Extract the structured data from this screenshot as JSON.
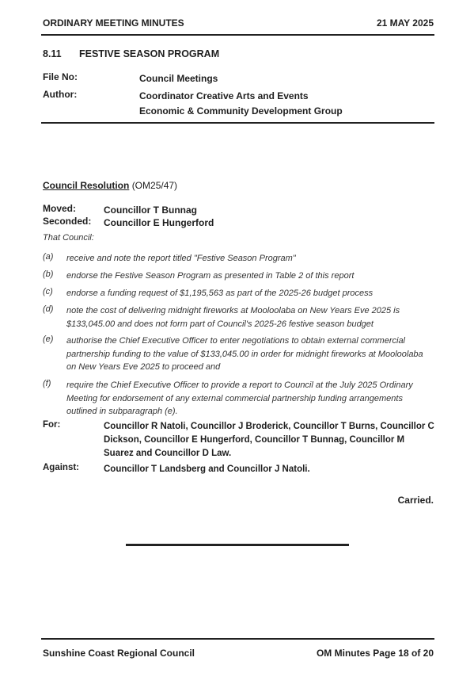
{
  "header": {
    "title": "ORDINARY MEETING MINUTES",
    "date": "21 MAY 2025"
  },
  "item": {
    "number": "8.11",
    "title": "FESTIVE SEASON PROGRAM"
  },
  "meta": {
    "file_label": "File No:",
    "file_value": "Council Meetings",
    "author_label": "Author:",
    "author_line1": "Coordinator Creative Arts and Events",
    "author_line2": "Economic & Community Development Group"
  },
  "resolution": {
    "heading": "Council Resolution",
    "code": "(OM25/47)",
    "moved_label": "Moved:",
    "moved_value": "Councillor T Bunnag",
    "seconded_label": "Seconded:",
    "seconded_value": "Councillor E Hungerford",
    "intro": "That Council:",
    "items": [
      {
        "letter": "(a)",
        "text": "receive and note the report titled \"Festive Season Program\""
      },
      {
        "letter": "(b)",
        "text": "endorse the Festive Season Program as presented in Table 2 of this report"
      },
      {
        "letter": "(c)",
        "text": "endorse a funding request of $1,195,563 as part of the 2025-26 budget process"
      },
      {
        "letter": "(d)",
        "text": "note the cost of delivering midnight fireworks at Mooloolaba on New Years Eve 2025 is $133,045.00 and does not form part of Council's 2025-26 festive season budget"
      },
      {
        "letter": "(e)",
        "text": "authorise the Chief Executive Officer to enter negotiations to obtain external commercial partnership funding to the value of $133,045.00 in order for midnight fireworks at Mooloolaba on New Years Eve 2025 to proceed and"
      },
      {
        "letter": "(f)",
        "text": "require the Chief Executive Officer to provide a report to Council at the July 2025 Ordinary Meeting for endorsement of any external commercial partnership funding arrangements outlined in subparagraph (e)."
      }
    ],
    "for_label": "For:",
    "for_value": "Councillor R Natoli, Councillor J Broderick, Councillor T Burns, Councillor C Dickson, Councillor E Hungerford, Councillor T Bunnag, Councillor M Suarez and Councillor D Law.",
    "against_label": "Against:",
    "against_value": "Councillor T Landsberg and Councillor J Natoli.",
    "result": "Carried."
  },
  "footer": {
    "org": "Sunshine Coast Regional Council",
    "page": "OM Minutes Page 18 of 20"
  }
}
